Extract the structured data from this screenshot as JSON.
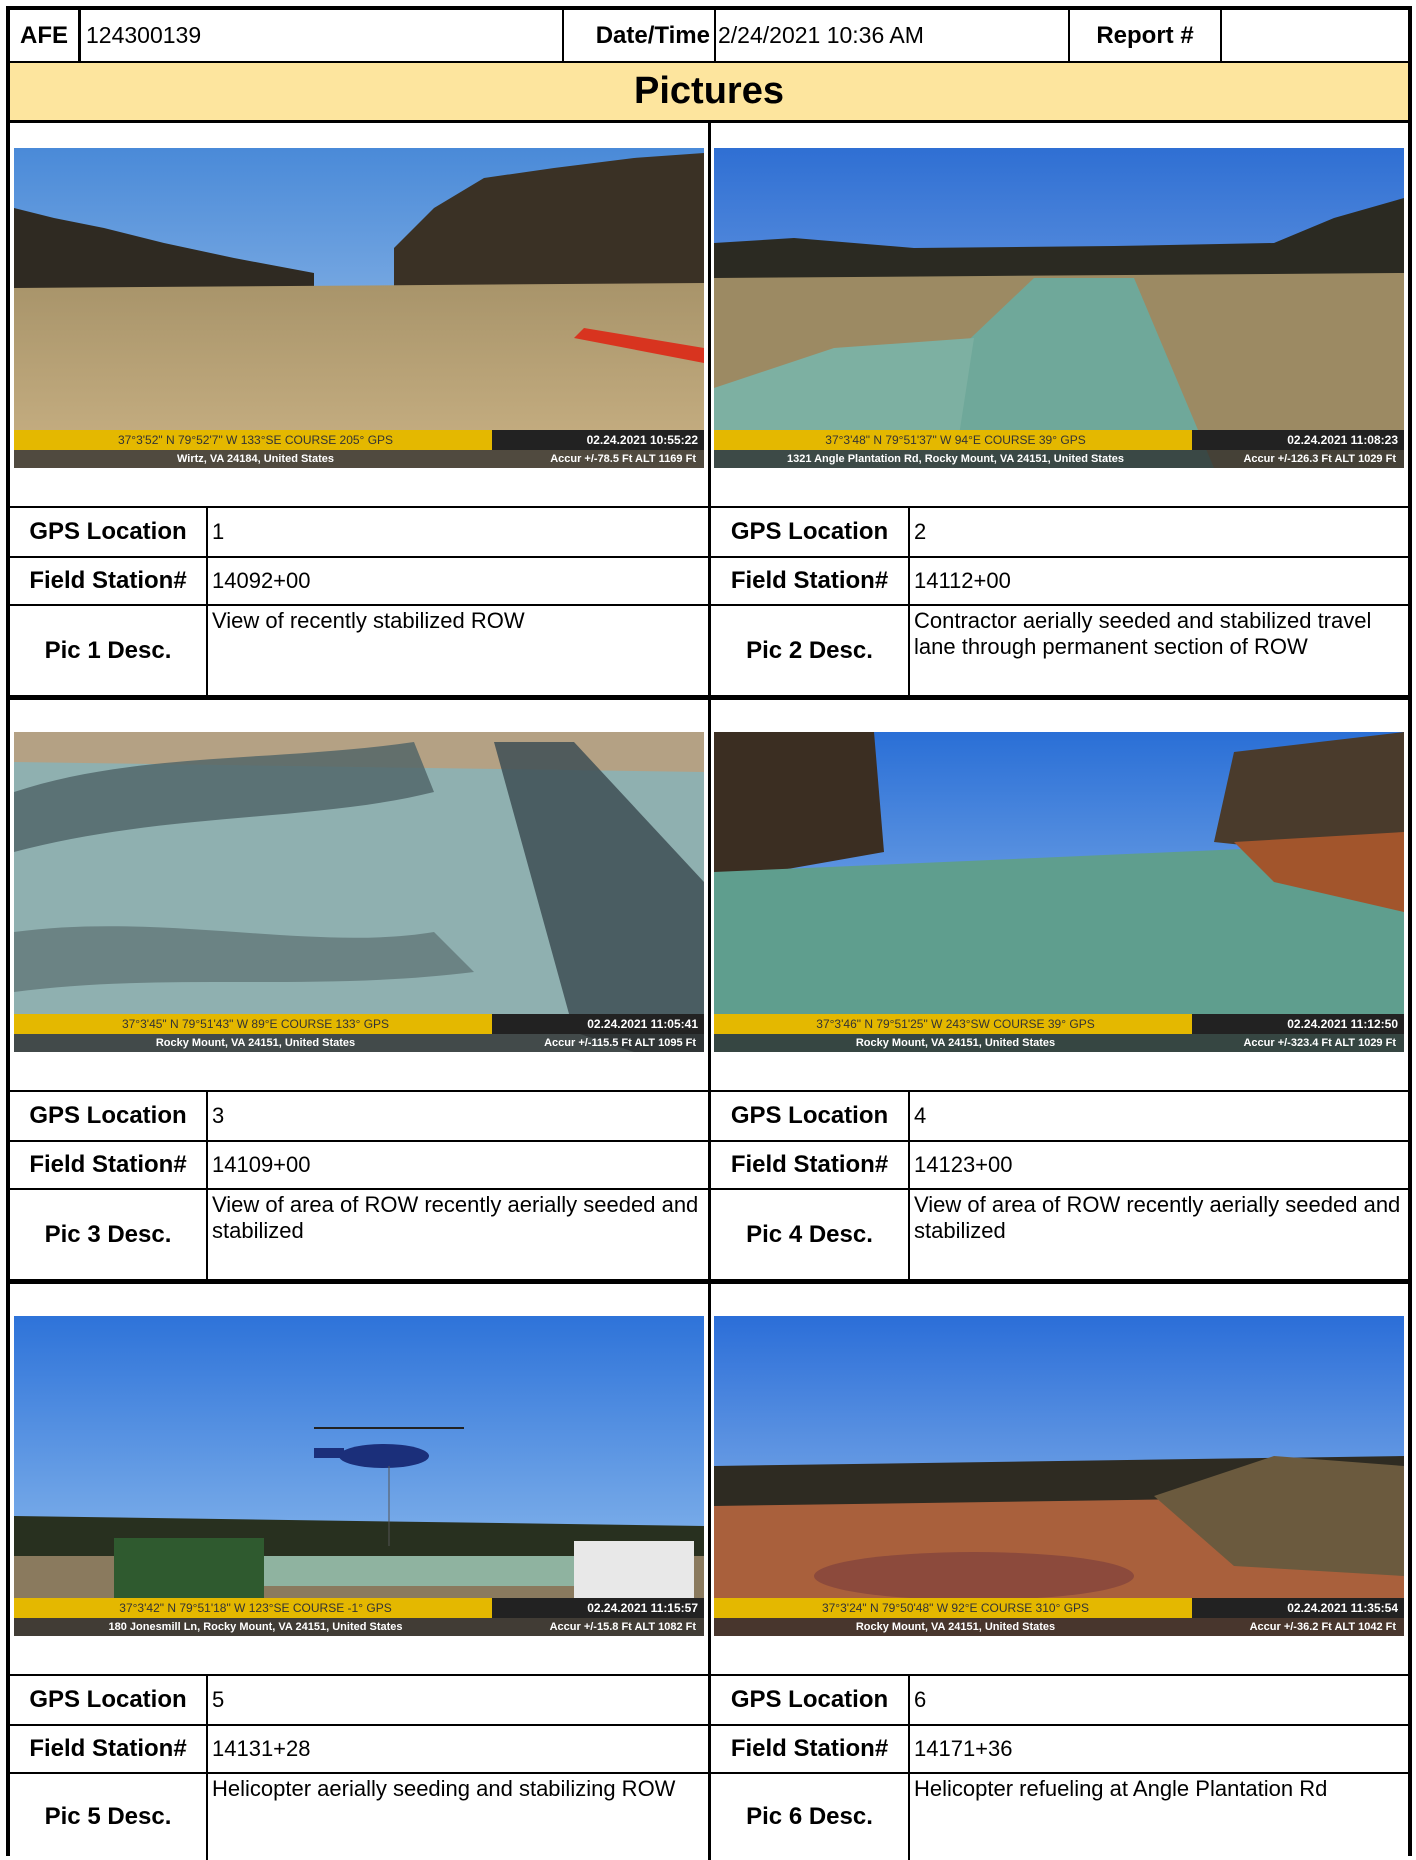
{
  "header": {
    "afe_label": "AFE",
    "afe_value": "124300139",
    "datetime_label": "Date/Time",
    "datetime_value": "2/24/2021 10:36 AM",
    "report_label": "Report #",
    "report_value": ""
  },
  "title": "Pictures",
  "labels": {
    "gps": "GPS Location",
    "station": "Field Station#"
  },
  "pictures": [
    {
      "gps": "1",
      "station": "14092+00",
      "desc_label": "Pic 1 Desc.",
      "desc": "View of recently stabilized ROW",
      "stamp_coords": "37°3'52\" N  79°52'7\" W  133°SE  COURSE 205° GPS",
      "stamp_time": "02.24.2021  10:55:22",
      "stamp_addr": "Wirtz, VA  24184, United States",
      "stamp_accur": "Accur +/-78.5 Ft  ALT 1169 Ft"
    },
    {
      "gps": "2",
      "station": "14112+00",
      "desc_label": "Pic 2 Desc.",
      "desc": "Contractor aerially seeded and stabilized travel lane through permanent section of ROW",
      "stamp_coords": "37°3'48\" N  79°51'37\" W  94°E  COURSE 39° GPS",
      "stamp_time": "02.24.2021  11:08:23",
      "stamp_addr": "1321 Angle Plantation Rd, Rocky Mount, VA  24151, United States",
      "stamp_accur": "Accur +/-126.3 Ft  ALT 1029 Ft"
    },
    {
      "gps": "3",
      "station": "14109+00",
      "desc_label": "Pic 3 Desc.",
      "desc": "View of area of ROW recently aerially seeded and stabilized",
      "stamp_coords": "37°3'45\" N  79°51'43\" W  89°E  COURSE 133° GPS",
      "stamp_time": "02.24.2021  11:05:41",
      "stamp_addr": "Rocky Mount, VA  24151, United States",
      "stamp_accur": "Accur +/-115.5 Ft  ALT 1095 Ft"
    },
    {
      "gps": "4",
      "station": "14123+00",
      "desc_label": "Pic 4 Desc.",
      "desc": "View of area of ROW recently aerially seeded and stabilized",
      "stamp_coords": "37°3'46\" N  79°51'25\" W  243°SW  COURSE 39° GPS",
      "stamp_time": "02.24.2021  11:12:50",
      "stamp_addr": "Rocky Mount, VA  24151, United States",
      "stamp_accur": "Accur +/-323.4 Ft  ALT 1029 Ft"
    },
    {
      "gps": "5",
      "station": "14131+28",
      "desc_label": "Pic 5 Desc.",
      "desc": "Helicopter aerially seeding and stabilizing ROW",
      "stamp_coords": "37°3'42\" N  79°51'18\" W  123°SE  COURSE -1° GPS",
      "stamp_time": "02.24.2021  11:15:57",
      "stamp_addr": "180 Jonesmill Ln, Rocky Mount, VA  24151, United States",
      "stamp_accur": "Accur +/-15.8 Ft  ALT 1082 Ft"
    },
    {
      "gps": "6",
      "station": "14171+36",
      "desc_label": "Pic 6 Desc.",
      "desc": "Helicopter refueling at Angle Plantation Rd",
      "stamp_coords": "37°3'24\" N  79°50'48\" W  92°E  COURSE 310° GPS",
      "stamp_time": "02.24.2021  11:35:54",
      "stamp_addr": "Rocky Mount, VA  24151, United States",
      "stamp_accur": "Accur +/-36.2 Ft  ALT 1042 Ft"
    }
  ]
}
